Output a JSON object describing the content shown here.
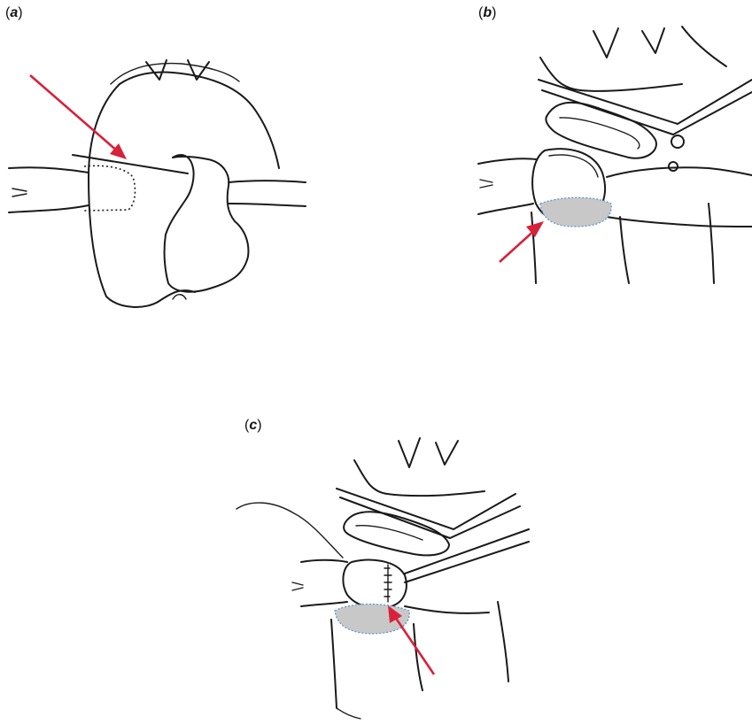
{
  "panels": [
    {
      "key": "a",
      "label": "a"
    },
    {
      "key": "b",
      "label": "b"
    },
    {
      "key": "c",
      "label": "c"
    }
  ],
  "colors": {
    "arrow": "#d8213a",
    "highlight_fill": "#c8c8c8",
    "highlight_outline": "#5a8fd0",
    "ink": "#1a1a1a"
  }
}
